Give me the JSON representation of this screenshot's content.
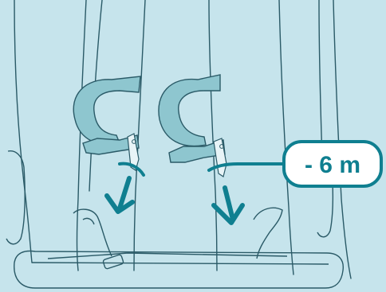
{
  "figure": {
    "type": "instruction-illustration",
    "background_color": "#c6e4ec",
    "line_color": "#2a5a67",
    "accent_color": "#0f7f90",
    "strap_color": "#8ec6cf",
    "callout": {
      "text": "- 6 m",
      "border_color": "#0f7f90",
      "text_color": "#0f7f90",
      "fill": "#ffffff"
    },
    "arrows": {
      "left": "down-arrow",
      "right": "down-arrow"
    }
  }
}
